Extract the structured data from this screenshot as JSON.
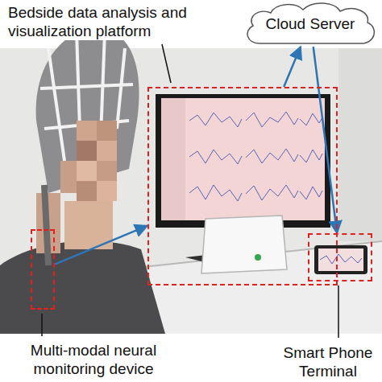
{
  "diagram": {
    "nodes": [
      {
        "text": [
          "Bedside data analysis and visualization platform"
        ]
      },
      {
        "text": [
          "Cloud Server"
        ]
      },
      {
        "text": [
          "Multi-modal neural monitoring device"
        ]
      },
      {
        "text": [
          "Smart Phone Terminal"
        ]
      }
    ],
    "edges": [
      {
        "from": 2,
        "to": 0,
        "arrow": "to"
      },
      {
        "from": 0,
        "to": 1,
        "arrow": "to"
      },
      {
        "from": 1,
        "to": 3,
        "arrow": "to"
      }
    ]
  }
}
